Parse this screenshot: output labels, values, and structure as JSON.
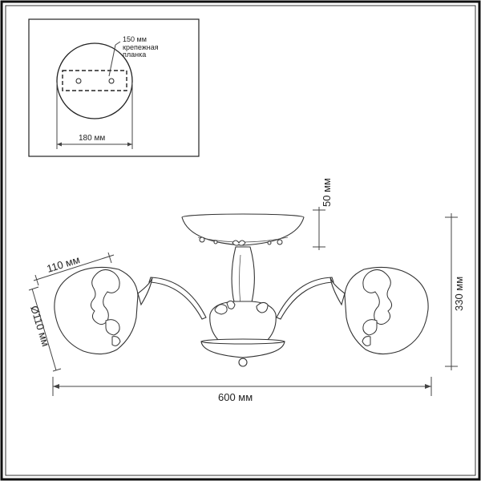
{
  "inset": {
    "dim_150": "150 мм",
    "label_line1": "крепежная",
    "label_line2": "планка",
    "dim_180": "180 мм"
  },
  "dims": {
    "shade_height": "50 мм",
    "total_height": "330 мм",
    "arm_length": "110 мм",
    "shade_diameter": "Ø110 мм",
    "total_width": "600 мм"
  }
}
